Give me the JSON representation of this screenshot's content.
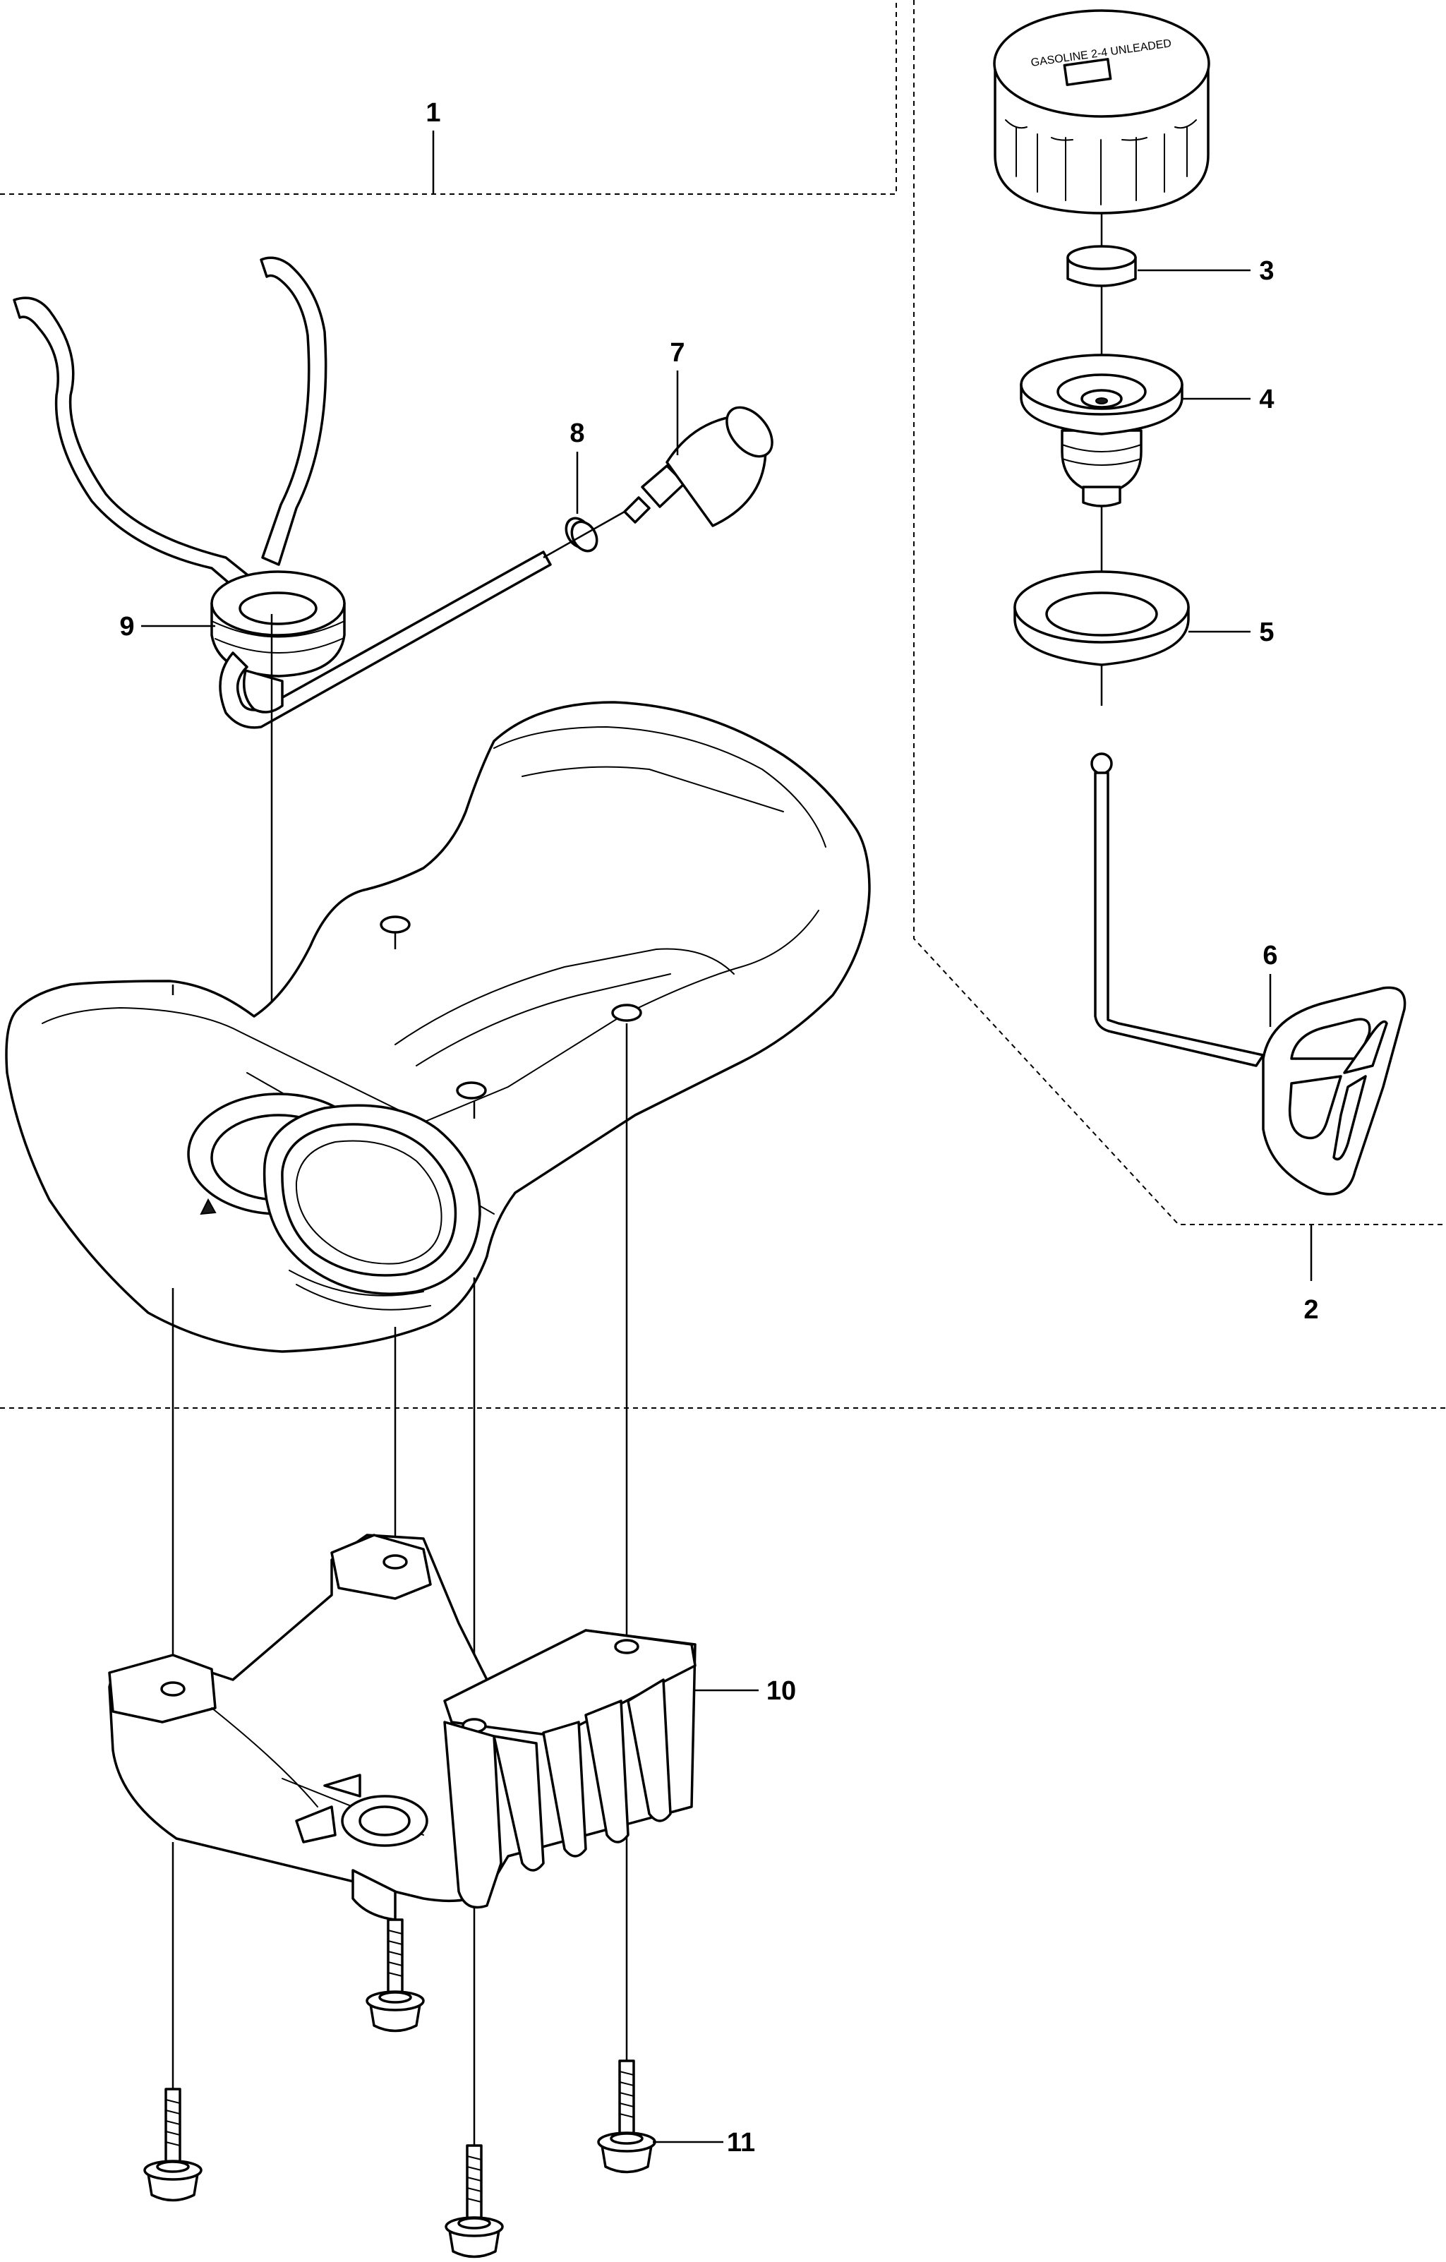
{
  "diagram": {
    "callouts": [
      {
        "id": "1",
        "text": "1"
      },
      {
        "id": "2",
        "text": "2"
      },
      {
        "id": "3",
        "text": "3"
      },
      {
        "id": "4",
        "text": "4"
      },
      {
        "id": "5",
        "text": "5"
      },
      {
        "id": "6",
        "text": "6"
      },
      {
        "id": "7",
        "text": "7"
      },
      {
        "id": "8",
        "text": "8"
      },
      {
        "id": "9",
        "text": "9"
      },
      {
        "id": "10",
        "text": "10"
      },
      {
        "id": "11",
        "text": "11"
      }
    ],
    "cap_embossed_text": "GASOLINE 2-4 UNLEADED",
    "icons": [
      "fuel-cap",
      "cap-insert",
      "filler-neck",
      "neck-gasket",
      "dipstick",
      "fuel-filter",
      "hose-clip",
      "fuel-hoses-grommet",
      "fuel-tank",
      "tank-bracket",
      "bolt"
    ]
  }
}
